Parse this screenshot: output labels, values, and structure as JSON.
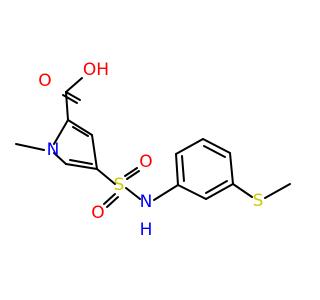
{
  "molecule": {
    "atoms": {
      "carboxyl_hydroxyl": {
        "text": "OH",
        "color": "#ff0000"
      },
      "carboxyl_oxygen": {
        "text": "O",
        "color": "#ff0000"
      },
      "pyrrole_nitrogen": {
        "text": "N",
        "color": "#0000ff"
      },
      "sulfonyl_sulfur": {
        "text": "S",
        "color": "#cccc00"
      },
      "sulfonyl_oxygen_top": {
        "text": "O",
        "color": "#ff0000"
      },
      "sulfonyl_oxygen_bottom": {
        "text": "O",
        "color": "#ff0000"
      },
      "amide_nitrogen": {
        "text": "N",
        "color": "#0000ff"
      },
      "amide_hydrogen": {
        "text": "H",
        "color": "#0000ff"
      },
      "thioether_sulfur": {
        "text": "S",
        "color": "#cccc00"
      }
    }
  }
}
